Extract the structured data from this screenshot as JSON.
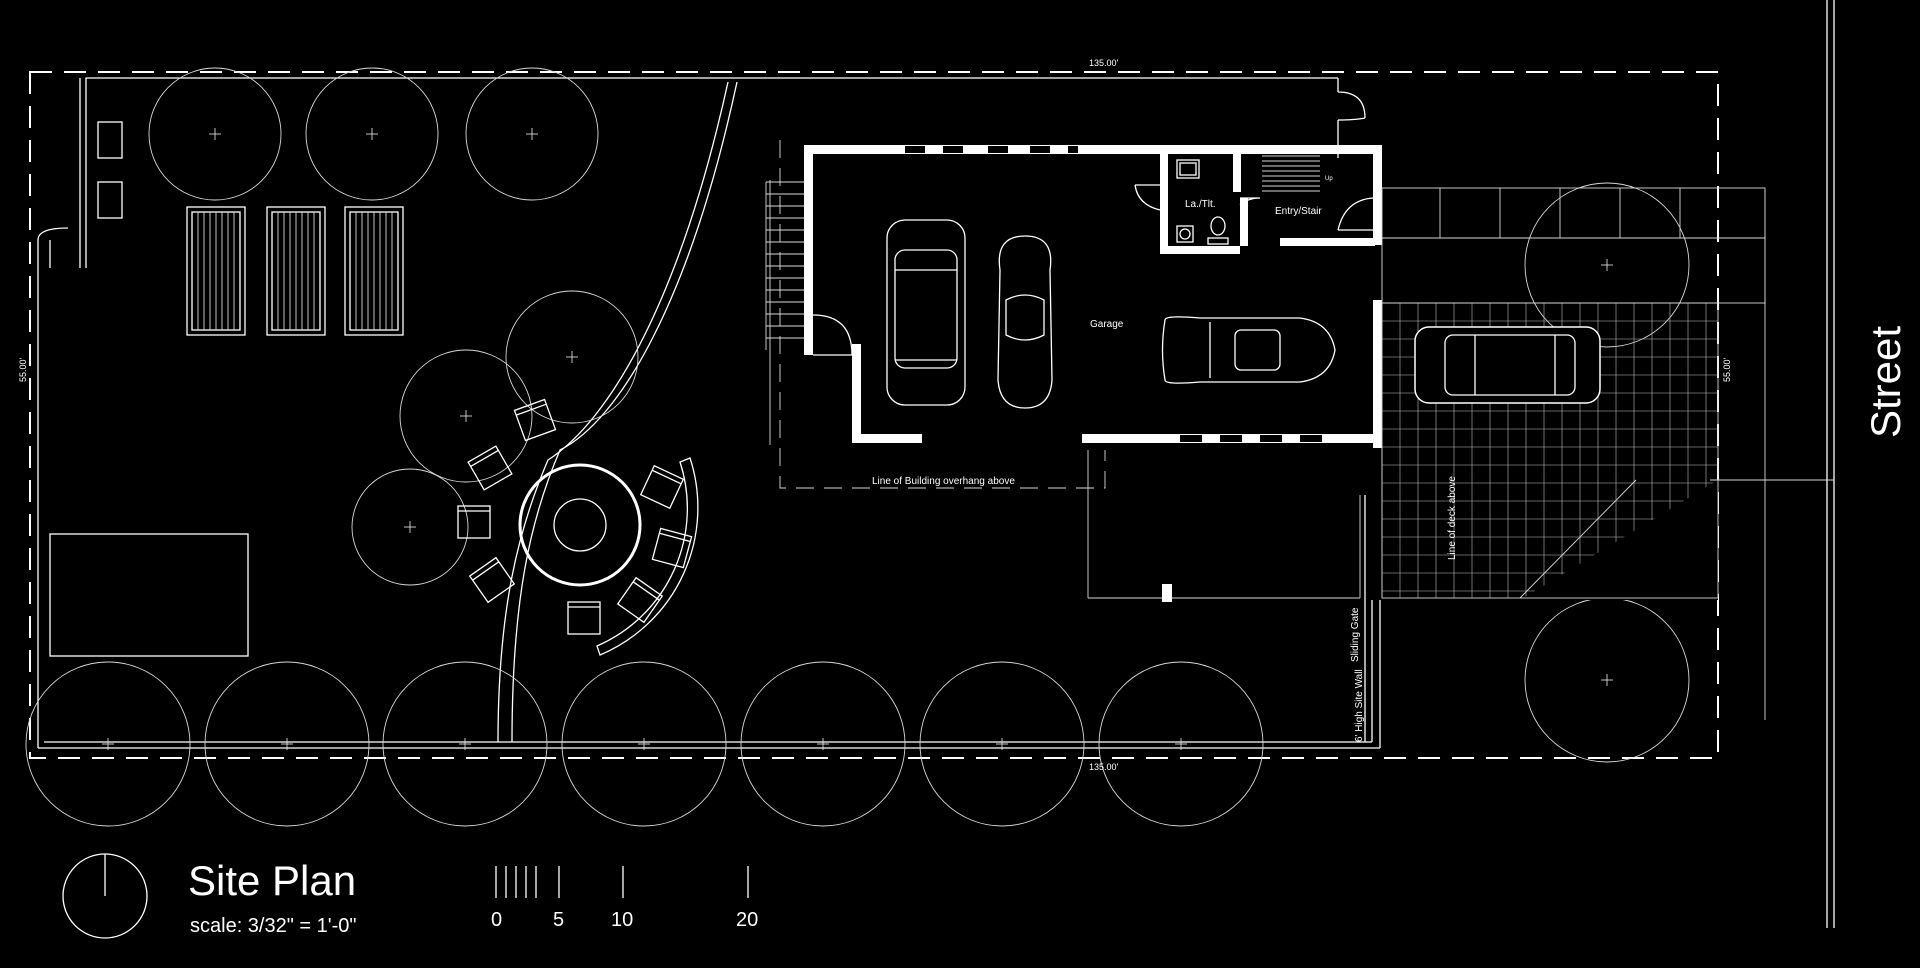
{
  "title": "Site Plan",
  "scale_text": "scale: 3/32\" = 1'-0\"",
  "scale_bar": {
    "ticks": [
      "0",
      "5",
      "10",
      "20"
    ]
  },
  "street_label": "Street",
  "dimensions": {
    "top": "135.00'",
    "bottom": "135.00'",
    "left": "55.00'",
    "right": "55.00'"
  },
  "rooms": {
    "garage": "Garage",
    "laundry": "La./Tlt.",
    "entry": "Entry/Stair",
    "stair_up": "Up"
  },
  "annotations": {
    "overhang": "Line of Building overhang above",
    "deck": "Line of deck above",
    "sliding_gate": "Sliding Gate",
    "site_wall": "6' High Site Wall"
  },
  "colors": {
    "background": "#000000",
    "linework": "#ffffff"
  }
}
